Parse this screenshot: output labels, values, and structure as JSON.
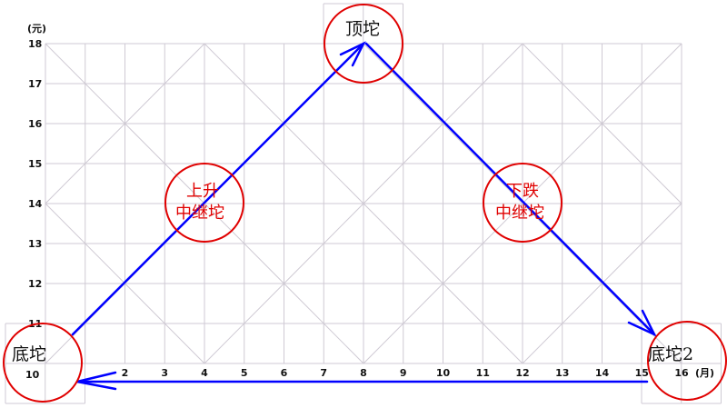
{
  "y_axis": {
    "unit": "(元)",
    "ticks": [
      "18",
      "17",
      "16",
      "15",
      "14",
      "13",
      "12",
      "11",
      "10"
    ]
  },
  "x_axis": {
    "unit": "(月)",
    "ticks": [
      "2",
      "3",
      "4",
      "5",
      "6",
      "7",
      "8",
      "9",
      "10",
      "11",
      "12",
      "13",
      "14",
      "15",
      "16"
    ]
  },
  "nodes": {
    "bottom": "底坨",
    "top": "顶坨",
    "bottom2": "底坨2",
    "rising_line1": "上升",
    "rising_line2": "中继坨",
    "falling_line1": "下跌",
    "falling_line2": "中继坨"
  },
  "colors": {
    "arrow": "#0000ff",
    "circle": "#e00000",
    "grid": "#cfcad4"
  }
}
